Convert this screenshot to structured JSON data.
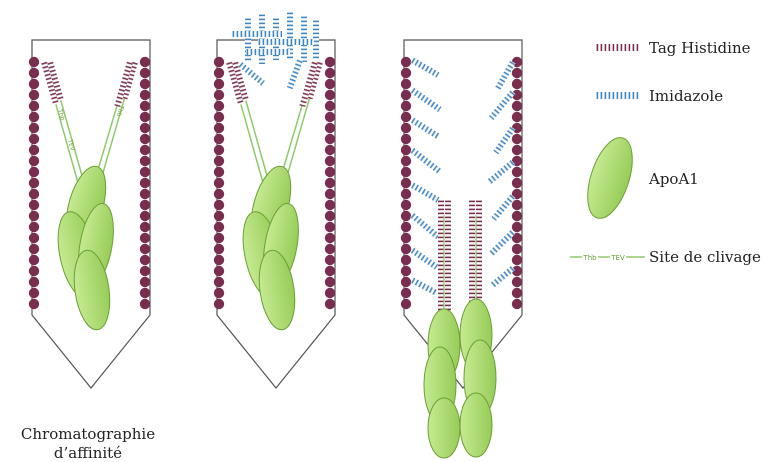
{
  "colors": {
    "histidine": "#7a2e4f",
    "imidazole": "#3f86c4",
    "protein_fill": "#a8d86a",
    "protein_stroke": "#6a9f36",
    "cleavage": "#8fc96a",
    "column_outline": "#555555"
  },
  "legend": {
    "histidine_glyph": "HHHHHH",
    "histidine_label": "Tag Histidine",
    "imidazole_glyph": "HHHHHH",
    "imidazole_label": "Imidazole",
    "apoa1_label": "ApoA1",
    "cleavage_glyph_1": "Thb",
    "cleavage_glyph_2": "TEV",
    "cleavage_label": "Site de clivage"
  },
  "caption": {
    "line1": "Chromatographie",
    "line2": "d’affinité"
  },
  "linker": {
    "tag_text": "HHHHHH",
    "site_1": "Thb",
    "site_2": "TEV"
  }
}
